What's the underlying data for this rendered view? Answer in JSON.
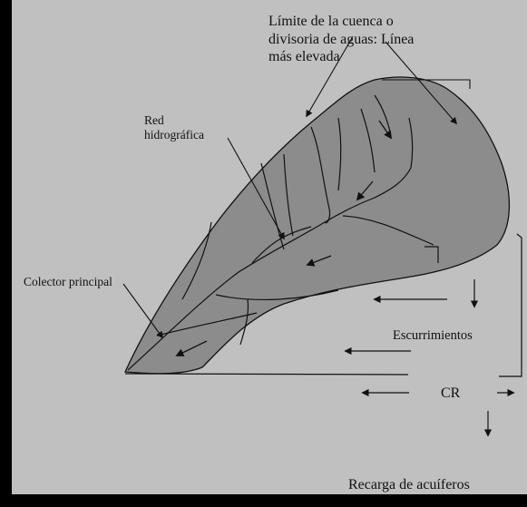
{
  "colors": {
    "background": "#c0c0c0",
    "frame": "#000000",
    "basin_fill": "#8c8c8c",
    "stroke": "#111111"
  },
  "labels": {
    "limite": [
      "Límite de la cuenca o",
      "divisoria de aguas: Línea",
      "más elevada"
    ],
    "red": [
      "Red",
      "hidrográfica"
    ],
    "colector": "Colector principal",
    "escurrimientos": "Escurrimientos",
    "cr": "CR",
    "recarga": "Recarga de acuíferos"
  }
}
